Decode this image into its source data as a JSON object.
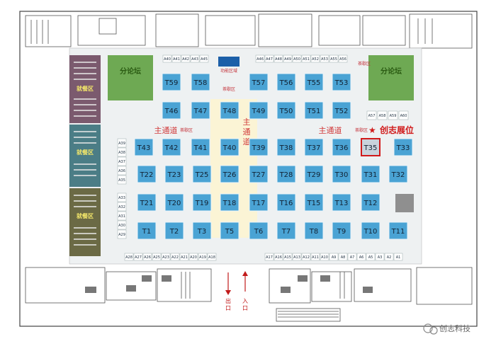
{
  "booths": {
    "row1": [
      "T59",
      "T58",
      "T57",
      "T56",
      "T55",
      "T53"
    ],
    "row2": [
      "T46",
      "T47",
      "T48",
      "T49",
      "T50",
      "T51",
      "T52"
    ],
    "row3": [
      "T43",
      "T42",
      "T41",
      "T40",
      "T39",
      "T38",
      "T37",
      "T36",
      "T35",
      "T33"
    ],
    "row4": [
      "T22",
      "T23",
      "T25",
      "T26",
      "T27",
      "T28",
      "T29",
      "T30",
      "T31",
      "T32"
    ],
    "row5": [
      "T21",
      "T20",
      "T19",
      "T18",
      "T17",
      "T16",
      "T15",
      "T13",
      "T12"
    ],
    "row6": [
      "T1",
      "T2",
      "T3",
      "T5",
      "T6",
      "T7",
      "T8",
      "T9",
      "T10",
      "T11"
    ]
  },
  "small_booths": {
    "top_left": [
      "A40",
      "A41",
      "A42",
      "A43",
      "A45"
    ],
    "top_right": [
      "A46",
      "A47",
      "A48",
      "A49",
      "A50",
      "A51",
      "A52",
      "A53",
      "A55",
      "A56"
    ],
    "left_column": [
      "A39",
      "A38",
      "A37",
      "A36",
      "A35",
      "A33",
      "A32",
      "A31",
      "A30",
      "A29"
    ],
    "right_block": [
      "A57",
      "A58",
      "A59",
      "A60"
    ],
    "bottom_left": [
      "A28",
      "A27",
      "A26",
      "A25",
      "A23",
      "A22",
      "A21",
      "A20",
      "A19",
      "A18"
    ],
    "bottom_right": [
      "A17",
      "A16",
      "A15",
      "A13",
      "A12",
      "A11",
      "A10",
      "A9",
      "A8",
      "A7",
      "A6",
      "A5",
      "A3",
      "A2",
      "A1"
    ]
  },
  "areas": {
    "forum_left": "分论坛",
    "forum_right": "分论坛",
    "functional_zone": "功能区域",
    "rest_left_top": "就餐区",
    "rest_left_mid": "就餐区",
    "rest_left_bot": "就餐区"
  },
  "aisles": {
    "main_left": "主通道",
    "main_center": [
      "主",
      "通",
      "道"
    ],
    "main_right": "主通道"
  },
  "tea_labels": [
    "茶歇区",
    "茶歇区",
    "茶歇区",
    "茶歇区"
  ],
  "highlight": {
    "star": "★",
    "label": "创志展位"
  },
  "exits": {
    "exit": [
      "出",
      "口"
    ],
    "entrance": [
      "入",
      "口"
    ]
  },
  "watermark": "创志科技",
  "colors": {
    "booth": "#4aa3d4",
    "hall": "#eef1f2",
    "center_aisle": "#fbf4d5",
    "forum": "#6ea953",
    "highlight": "#d11a1a"
  }
}
